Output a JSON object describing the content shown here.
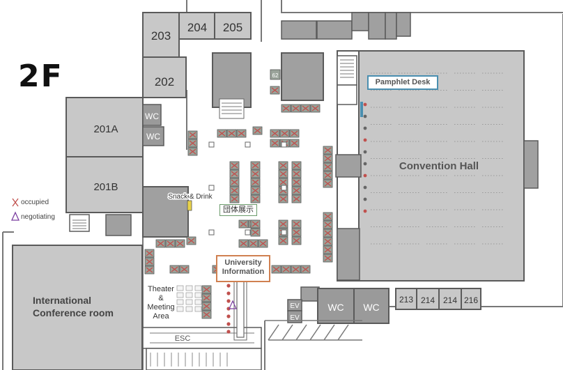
{
  "floor_label": "2F",
  "legend": {
    "occupied": "occupied",
    "negotiating": "negotiating",
    "occupied_color": "#c0504d",
    "negotiating_color": "#7b3fa0"
  },
  "rooms": {
    "r203": "203",
    "r204": "204",
    "r205": "205",
    "r202": "202",
    "r201a": "201A",
    "r201b": "201B",
    "wc1": "WC",
    "wc2": "WC",
    "wc3": "WC",
    "wc4": "WC",
    "ev1": "EV",
    "ev2": "EV",
    "r213": "213",
    "r214a": "214",
    "r214b": "214",
    "r216": "216",
    "booth62": "62",
    "esc": "ESC"
  },
  "labels": {
    "pamphlet_desk": "Pamphlet Desk",
    "convention_hall": "Convention Hall",
    "snack_drink": "Snack & Drink",
    "group_exhibit": "団体展示",
    "university_information": "University Information",
    "theater_area": "Theater & Meeting Area",
    "international_conference_room": "International Conference room"
  },
  "colors": {
    "room_fill": "#c8c8c8",
    "wall": "#5a5a5a",
    "booth_fill": "#9aa39a",
    "occupied_x": "#c0504d",
    "desk_border": "#4a8fb0",
    "group_border": "#6a9a6a",
    "info_border": "#d08050"
  }
}
